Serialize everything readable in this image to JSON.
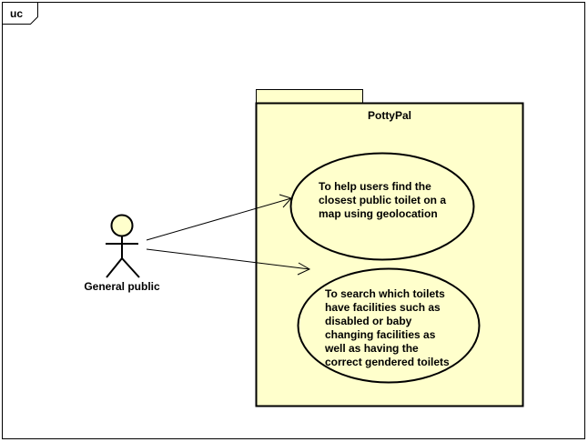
{
  "frame": {
    "tag": "uc"
  },
  "system": {
    "name": "PottyPal",
    "fill_color": "#ffffcc"
  },
  "actor": {
    "name": "General public",
    "fill_color": "#ffffcc"
  },
  "use_cases": [
    {
      "text": "To help users find the\nclosest public toilet on a\nmap using geolocation"
    },
    {
      "text": "To search which toilets\nhave facilities such as\ndisabled or baby\nchanging facilities as\nwell as having the\ncorrect gendered toilets"
    }
  ]
}
